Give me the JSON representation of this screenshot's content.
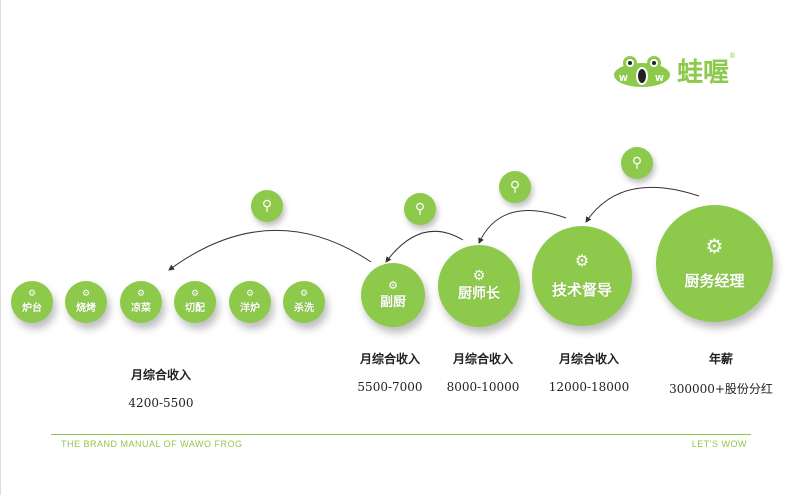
{
  "brand": {
    "name": "蛙喔",
    "mark": "®",
    "logo_text": "WOW"
  },
  "small_roles": [
    "炉台",
    "烧烤",
    "凉菜",
    "切配",
    "洋炉",
    "杀洗"
  ],
  "roles": [
    "副厨",
    "厨师长",
    "技术督导",
    "厨务经理"
  ],
  "income": [
    {
      "title": "月综合收入",
      "range": "4200-5500"
    },
    {
      "title": "月综合收入",
      "range": "5500-7000"
    },
    {
      "title": "月综合收入",
      "range": "8000-10000"
    },
    {
      "title": "月综合收入",
      "range": "12000-18000"
    },
    {
      "title": "年薪",
      "range": "300000+股份分红"
    }
  ],
  "footer": {
    "left": "THE BRAND MANUAL OF WAWO FROG",
    "right": "LET'S WOW"
  },
  "colors": {
    "accent": "#8dc94b"
  }
}
